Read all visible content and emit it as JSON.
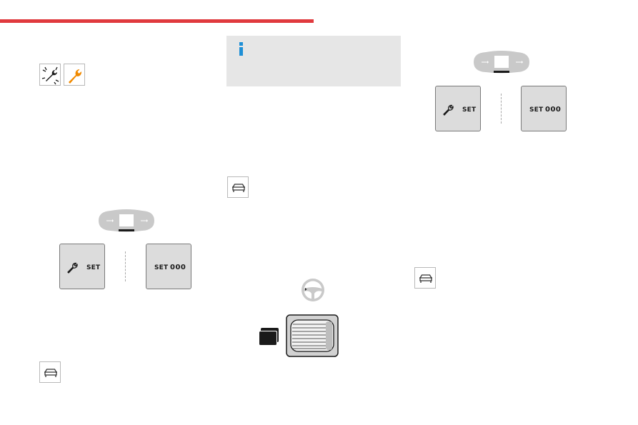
{
  "service": {
    "set_label": "SET",
    "counter_label": "SET",
    "counter_value": "000"
  },
  "icons": {
    "service_warning_icon": "wrench-sparkle-icon",
    "service_alert_icon": "orange-wrench-icon",
    "info_icon": "info-i-icon",
    "vehicle_icon": "car-front-icon",
    "steering_icon": "steering-wheel-icon",
    "menu_icon": "stacked-screens-icon",
    "roller_icon": "thumbwheel-icon",
    "cluster_icon": "instrument-cluster-icon"
  },
  "colors": {
    "accent_red": "#e03a3e",
    "alert_orange": "#f18a00",
    "info_blue": "#1e8fd6",
    "info_panel": "#e6e6e6",
    "button_fill": "#dcdcdc"
  }
}
